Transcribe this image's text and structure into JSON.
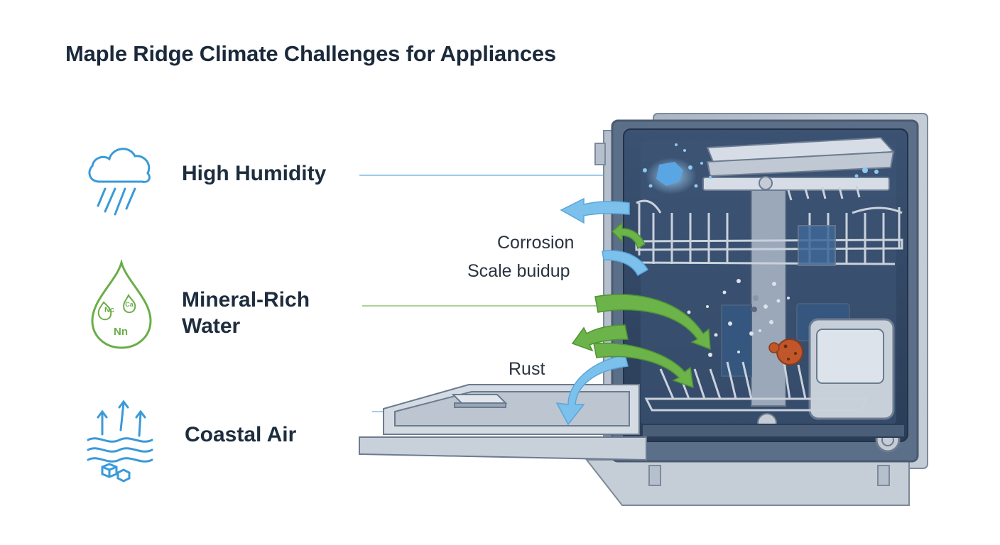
{
  "title": "Maple Ridge Climate Challenges for Appliances",
  "factors": [
    {
      "label": "High Humidity",
      "icon": "rain-cloud-icon",
      "color": "#3a9ad9"
    },
    {
      "label_line1": "Mineral-Rich",
      "label_line2": "Water",
      "icon": "mineral-drop-icon",
      "icon_text": [
        "Nc",
        "Ca",
        "Nn"
      ],
      "color": "#6aae48"
    },
    {
      "label": "Coastal Air",
      "icon": "wind-waves-icon",
      "color": "#3a9ad9"
    }
  ],
  "callouts": {
    "corrosion": "Corrosion",
    "scale": "Scale buidup",
    "rust": "Rust"
  },
  "colors": {
    "humidity_blue": "#4aa3de",
    "mineral_green": "#6cb34a",
    "rust": "#c0562a",
    "appliance_frame": "#8e9bad",
    "appliance_interior": "#2f4460"
  }
}
